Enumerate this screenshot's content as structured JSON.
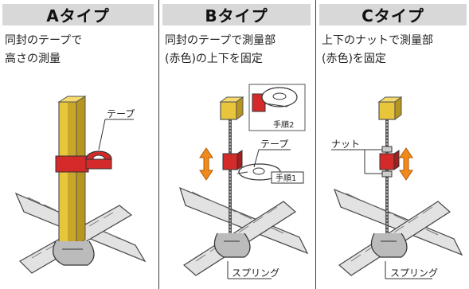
{
  "panels": [
    {
      "title": "Aタイプ",
      "description": [
        "同封のテープで",
        "高さの測量"
      ],
      "labels": {
        "tape": "テープ"
      }
    },
    {
      "title": "Bタイプ",
      "description": [
        "同封のテープで測量部",
        "(赤色)の上下を固定"
      ],
      "labels": {
        "tape": "テープ",
        "step1": "手順1",
        "step2": "手順2",
        "spring": "スプリング"
      }
    },
    {
      "title": "Cタイプ",
      "description": [
        "上下のナットで測量部",
        "(赤色)を固定"
      ],
      "labels": {
        "nut": "ナット",
        "spring": "スプリング"
      }
    }
  ],
  "colors": {
    "measure_part": "#d42a2a",
    "post": "#e8c53a",
    "arrow": "#f08a1c",
    "rebar": "#e2e2e2",
    "header_bg": "#d8d8d8"
  }
}
